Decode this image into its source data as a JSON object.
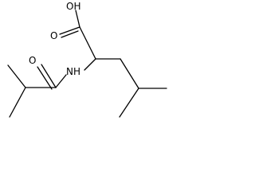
{
  "molecule": {
    "labels": {
      "hydroxyl": "OH",
      "carboxyl_oxygen": "O",
      "amide_oxygen": "O",
      "amide_nitrogen": "NH"
    }
  }
}
